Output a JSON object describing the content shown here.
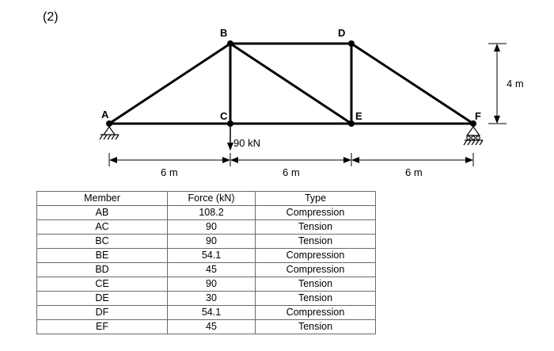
{
  "problem_label": "(2)",
  "truss": {
    "nodes": [
      "A",
      "B",
      "C",
      "D",
      "E",
      "F"
    ],
    "load_label": "90 kN",
    "span_labels": [
      "6 m",
      "6 m",
      "6 m"
    ],
    "height_label": "4 m"
  },
  "table": {
    "headers": [
      "Member",
      "Force (kN)",
      "Type"
    ],
    "rows": [
      [
        "AB",
        "108.2",
        "Compression"
      ],
      [
        "AC",
        "90",
        "Tension"
      ],
      [
        "BC",
        "90",
        "Tension"
      ],
      [
        "BE",
        "54.1",
        "Compression"
      ],
      [
        "BD",
        "45",
        "Compression"
      ],
      [
        "CE",
        "90",
        "Tension"
      ],
      [
        "DE",
        "30",
        "Tension"
      ],
      [
        "DF",
        "54.1",
        "Compression"
      ],
      [
        "EF",
        "45",
        "Tension"
      ]
    ]
  }
}
